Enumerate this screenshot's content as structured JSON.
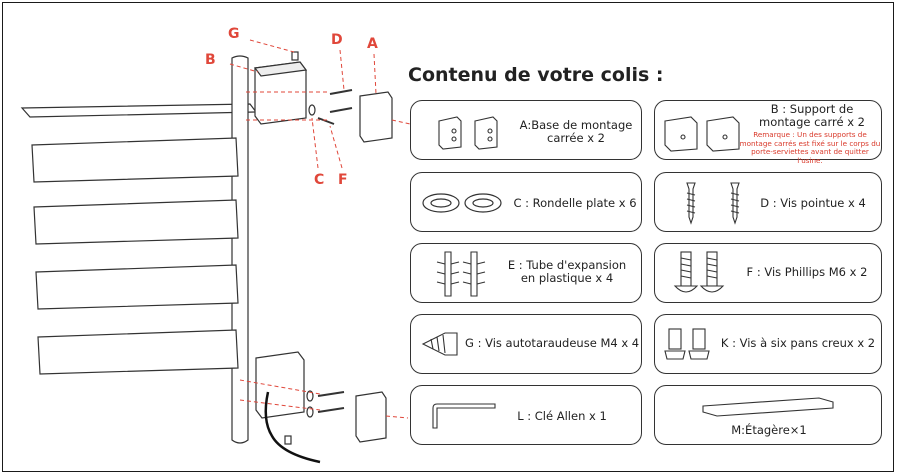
{
  "title": "Contenu de votre colis :",
  "callouts": [
    "G",
    "D",
    "A",
    "B",
    "C",
    "F"
  ],
  "parts": {
    "a": "A:Base de montage\ncarrée x 2",
    "b": "B : Support de\nmontage carré x 2",
    "b_note": "Remarque : Un des supports de\nmontage carrés est fixé sur le corps du\nporte-serviettes avant de quitter l'usine.",
    "c": "C : Rondelle plate x 6",
    "d": "D : Vis pointue x 4",
    "e": "E : Tube d'expansion\nen plastique x 4",
    "f": "F : Vis Phillips M6 x 2",
    "g": "G : Vis autotaraudeuse M4 x 4",
    "k": "K : Vis à six pans creux x 2",
    "l": "L : Clé Allen x 1",
    "m": "M:Étagère×1"
  },
  "colors": {
    "accent": "#e0473a",
    "line": "#333333"
  }
}
